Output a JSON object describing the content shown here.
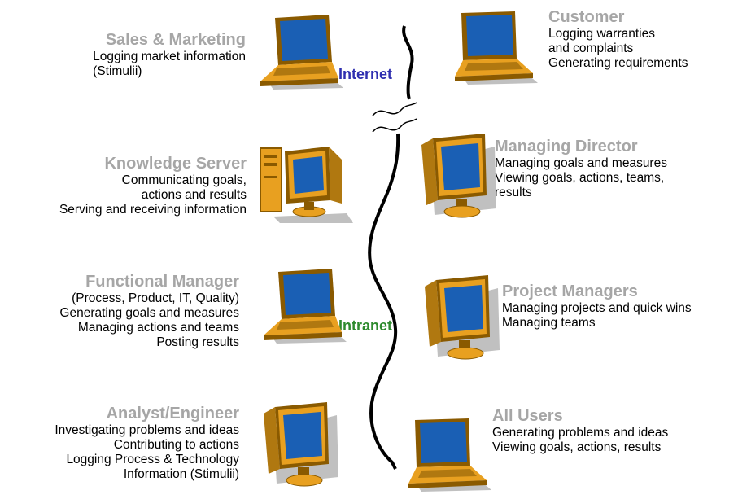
{
  "network": {
    "internet": {
      "label": "Internet",
      "color": "#2f2fb0"
    },
    "intranet": {
      "label": "Intranet",
      "color": "#2e8b2e"
    },
    "line_color": "#000000"
  },
  "device_colors": {
    "body": "#e8a020",
    "dark": "#8a5a00",
    "screen": "#1a5fb4",
    "shadow": "#c0c0c0"
  },
  "roles": {
    "sales": {
      "title": "Sales & Marketing",
      "lines": [
        "Logging market information",
        "(Stimulii)"
      ],
      "device": "laptop-icon"
    },
    "customer": {
      "title": "Customer",
      "lines": [
        "Logging warranties",
        "and complaints",
        "Generating requirements"
      ],
      "device": "laptop-icon"
    },
    "knowledge": {
      "title": "Knowledge Server",
      "lines": [
        "Communicating goals,",
        "actions and results",
        "Serving and receiving information"
      ],
      "device": "desktop-server-icon"
    },
    "director": {
      "title": "Managing Director",
      "lines": [
        "Managing goals and measures",
        "Viewing goals, actions, teams,",
        "results"
      ],
      "device": "monitor-icon"
    },
    "functional": {
      "title": "Functional Manager",
      "lines": [
        "(Process, Product, IT, Quality)",
        "Generating goals and measures",
        "Managing actions and teams",
        "Posting results"
      ],
      "device": "laptop-icon"
    },
    "project": {
      "title": "Project Managers",
      "lines": [
        "Managing projects and quick wins",
        "Managing teams"
      ],
      "device": "monitor-icon"
    },
    "analyst": {
      "title": "Analyst/Engineer",
      "lines": [
        "Investigating problems and ideas",
        "Contributing to actions",
        "Logging Process & Technology",
        "Information (Stimulii)"
      ],
      "device": "monitor-icon"
    },
    "users": {
      "title": "All Users",
      "lines": [
        "Generating problems and ideas",
        "Viewing goals, actions, results"
      ],
      "device": "laptop-icon"
    }
  }
}
